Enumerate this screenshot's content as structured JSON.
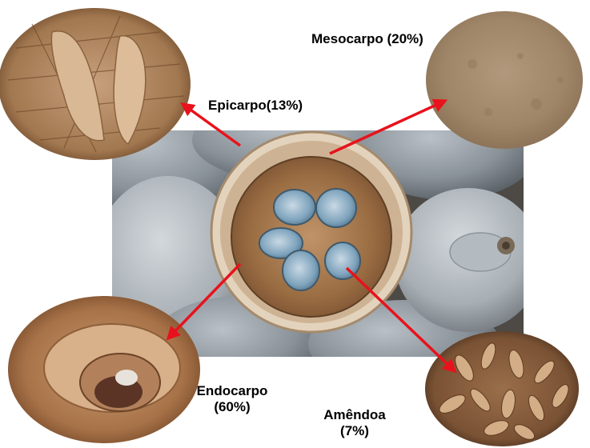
{
  "diagram": {
    "parts": [
      {
        "id": "epicarpo",
        "name": "Epicarpo",
        "percent": "(13%)"
      },
      {
        "id": "mesocarpo",
        "name": "Mesocarpo",
        "percent": "(20%)"
      },
      {
        "id": "endocarpo",
        "name": "Endocarpo",
        "percent": "(60%)"
      },
      {
        "id": "amendoa",
        "name": "Amêndoa",
        "percent": "(7%)"
      }
    ],
    "arrow_color": "#e8121c"
  }
}
